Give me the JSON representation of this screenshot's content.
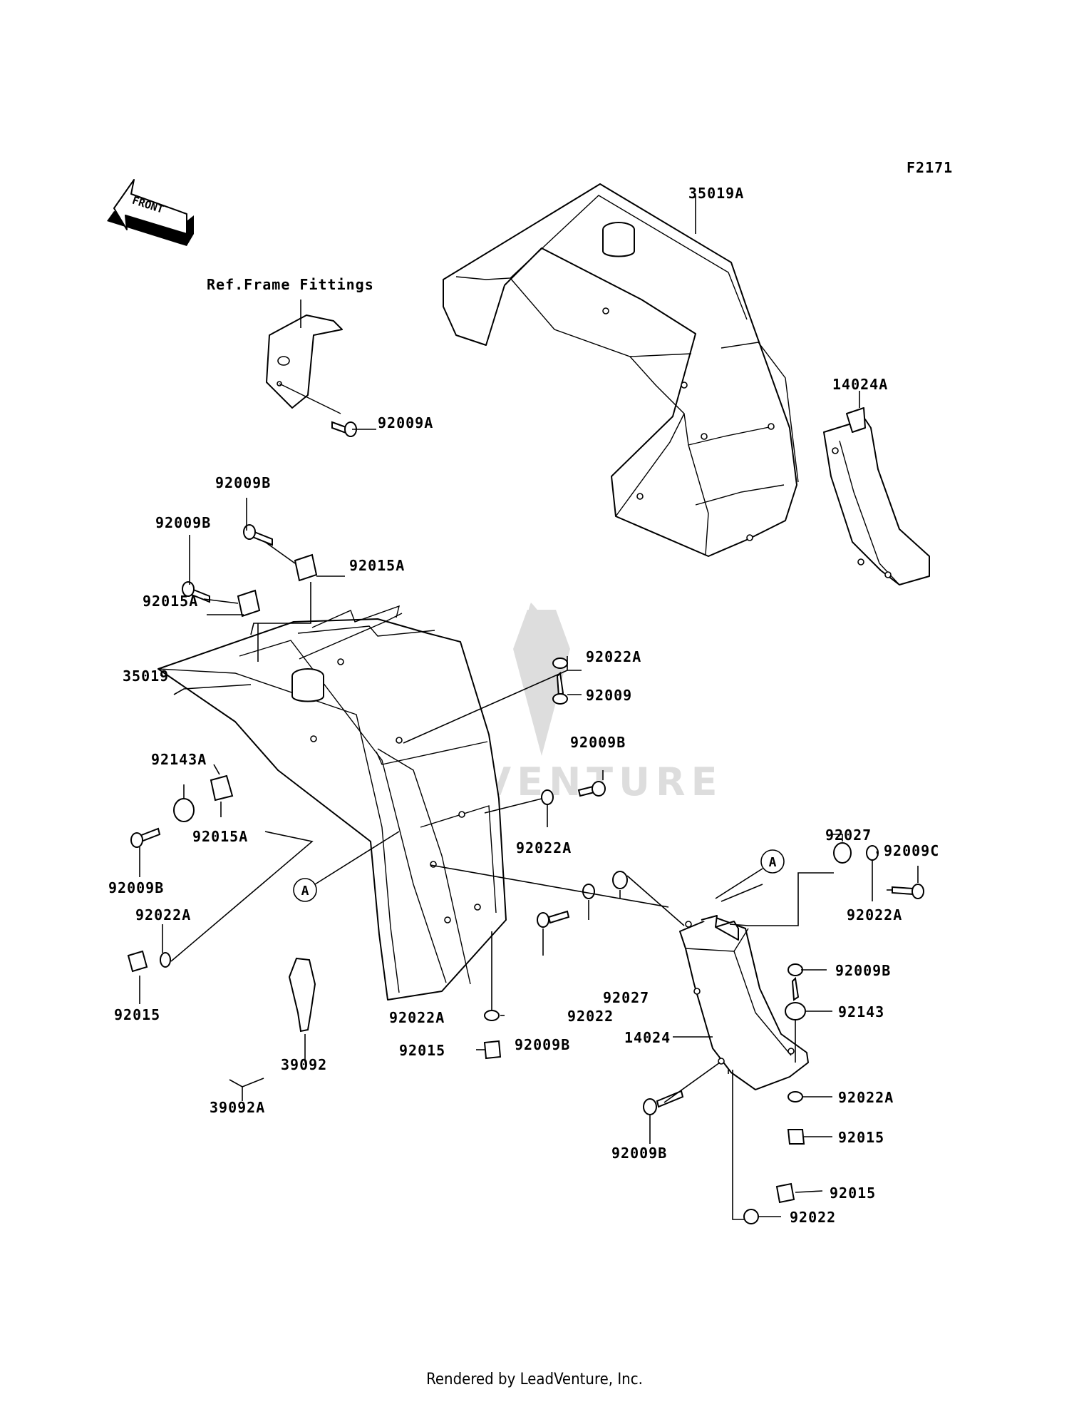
{
  "figure_code": "F2171",
  "front_arrow_text": "FRONT",
  "ref_label": "Ref.Frame Fittings",
  "watermark": "LEADVENTURE",
  "reference_marker": "A",
  "footer": "Rendered by LeadVenture, Inc.",
  "labels": {
    "p35019A": "35019A",
    "p14024A": "14024A",
    "p92009A": "92009A",
    "p92009B_1": "92009B",
    "p92009B_2": "92009B",
    "p92015A_1": "92015A",
    "p92015A_2": "92015A",
    "p35019": "35019",
    "p92022A_1": "92022A",
    "p92009": "92009",
    "p92009B_3": "92009B",
    "p92143A": "92143A",
    "p92015A_3": "92015A",
    "p92022A_2": "92022A",
    "p92009B_4": "92009B",
    "p92022A_3": "92022A",
    "p92015_1": "92015",
    "p92027_1": "92027",
    "p92009C": "92009C",
    "p92022A_4": "92022A",
    "p92009B_5": "92009B",
    "p92027_2": "92027",
    "p92022_1": "92022",
    "p92143": "92143",
    "p14024": "14024",
    "p92022A_5": "92022A",
    "p92015_2": "92015",
    "p92009B_6": "92009B",
    "p92022A_6": "92022A",
    "p92015_3": "92015",
    "p39092": "39092",
    "p39092A": "39092A",
    "p92009B_7": "92009B",
    "p92015_4": "92015",
    "p92022_2": "92022"
  }
}
